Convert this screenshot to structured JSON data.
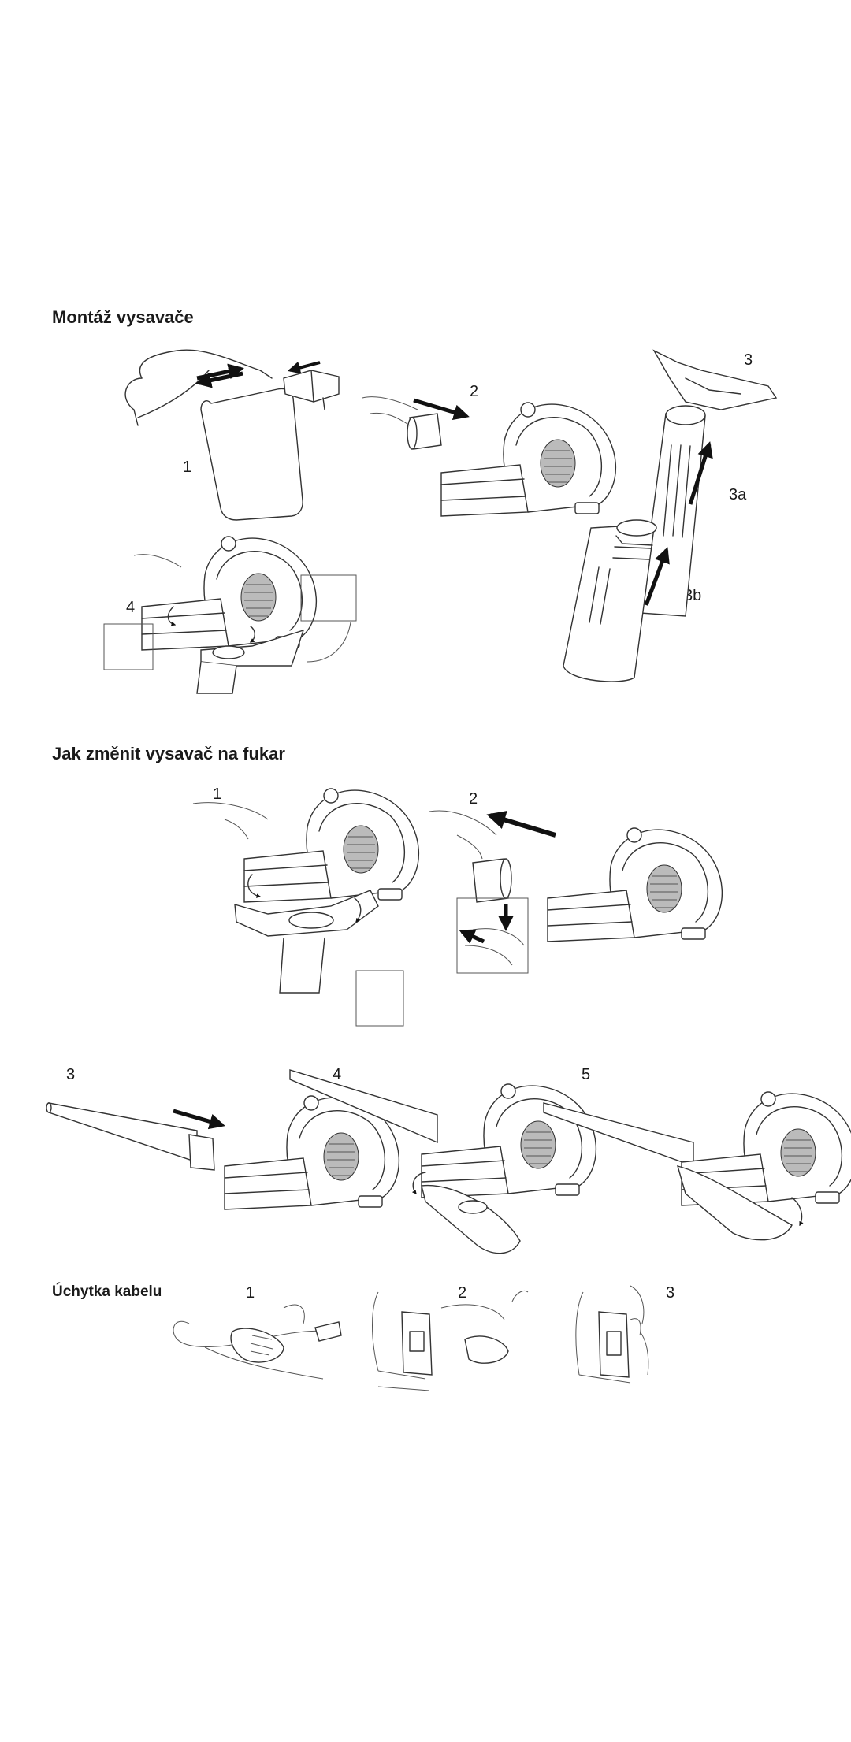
{
  "sections": [
    {
      "title": "Montáž vysavače",
      "steps": [
        "1",
        "2",
        "3",
        "3a",
        "3b",
        "4"
      ]
    },
    {
      "title": "Jak změnit vysavač na fukar",
      "steps": [
        "1",
        "2",
        "3",
        "4",
        "5"
      ]
    },
    {
      "title": "Úchytka kabelu",
      "steps": [
        "1",
        "2",
        "3"
      ]
    }
  ]
}
